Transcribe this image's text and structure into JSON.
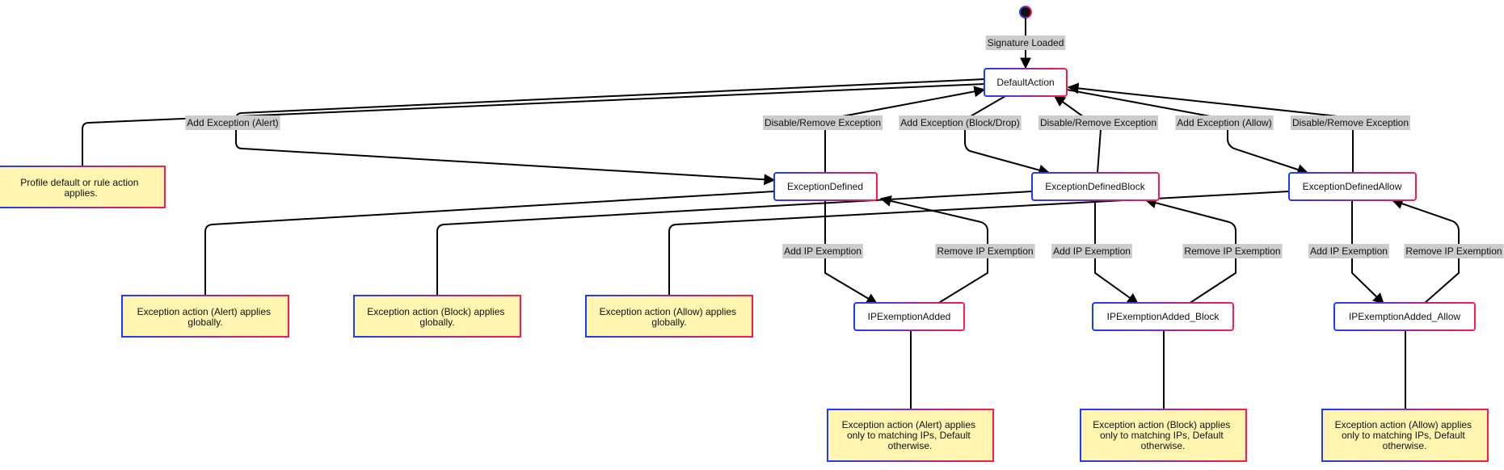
{
  "colors": {
    "state_fill": "#ffffff",
    "note_fill": "#fff4b0",
    "border_start": "#1a3cff",
    "border_end": "#ff1a4d",
    "label_bg": "#cccccc",
    "edge": "#000000"
  },
  "states": {
    "default_action": "DefaultAction",
    "exception_defined": "ExceptionDefined",
    "exception_defined_block": "ExceptionDefinedBlock",
    "exception_defined_allow": "ExceptionDefinedAllow",
    "ip_exemption_added": "IPExemptionAdded",
    "ip_exemption_added_block": "IPExemptionAdded_Block",
    "ip_exemption_added_allow": "IPExemptionAdded_Allow"
  },
  "notes": {
    "profile_default": [
      "Profile default or rule action",
      "applies."
    ],
    "alert_global": [
      "Exception action (Alert) applies",
      "globally."
    ],
    "block_global": [
      "Exception action (Block) applies",
      "globally."
    ],
    "allow_global": [
      "Exception action (Allow) applies",
      "globally."
    ],
    "alert_ip": [
      "Exception action (Alert) applies",
      "only to matching IPs, Default",
      "otherwise."
    ],
    "block_ip": [
      "Exception action (Block) applies",
      "only to matching IPs, Default",
      "otherwise."
    ],
    "allow_ip": [
      "Exception action (Allow) applies",
      "only to matching IPs, Default",
      "otherwise."
    ]
  },
  "transitions": {
    "signature_loaded": "Signature Loaded",
    "add_alert": "Add Exception (Alert)",
    "add_block_drop": "Add Exception (Block/Drop)",
    "add_allow": "Add Exception (Allow)",
    "remove_1": "Disable/Remove Exception",
    "remove_2": "Disable/Remove Exception",
    "remove_3": "Disable/Remove Exception",
    "add_ip_1": "Add IP Exemption",
    "add_ip_2": "Add IP Exemption",
    "add_ip_3": "Add IP Exemption",
    "remove_ip_1": "Remove IP Exemption",
    "remove_ip_2": "Remove IP Exemption",
    "remove_ip_3": "Remove IP Exemption"
  }
}
